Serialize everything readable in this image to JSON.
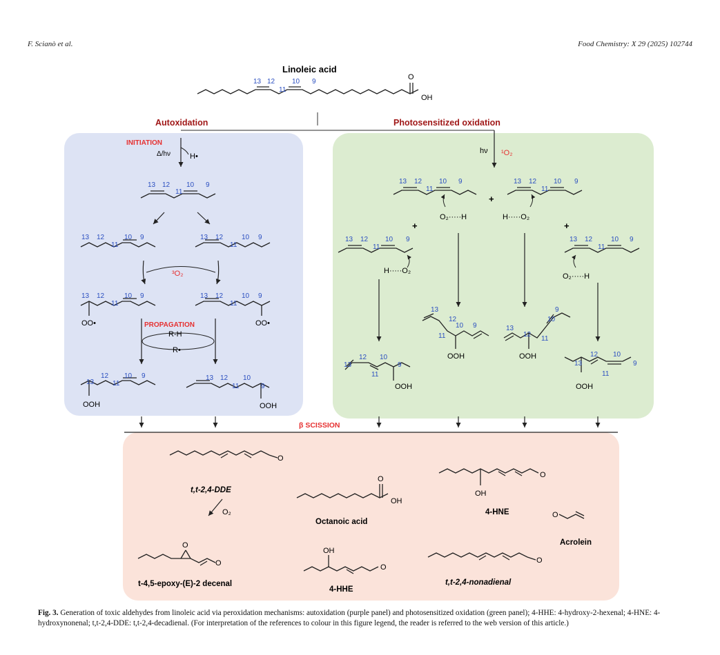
{
  "header": {
    "authors": "F. Scianò et al.",
    "journal": "Food Chemistry: X 29 (2025) 102744"
  },
  "figure": {
    "top_title": "Linoleic acid",
    "oh": "OH",
    "o": "O",
    "autox_title": "Autoxidation",
    "photo_title": "Photosensitized oxidation",
    "initiation": "INITIATION",
    "delta_hv": "Δ/hν",
    "h_dot": "H•",
    "hv": "hν",
    "singlet_o2": "¹O₂",
    "triplet_o2": "³O₂",
    "propagation": "PROPAGATION",
    "rh": "R-H",
    "r_dot": "R•",
    "oo_dot": "OO•",
    "ooh": "OOH",
    "o2h": "O₂·····H",
    "ho2": "H·····O₂",
    "plus": "+",
    "beta_scission": "β SCISSION",
    "n9": "9",
    "n10": "10",
    "n11": "11",
    "n12": "12",
    "n13": "13",
    "products": {
      "ddd": "t,t-2,4-DDE",
      "o2": "O₂",
      "epoxy": "t-4,5-epoxy-(E)-2 decenal",
      "octanoic": "Octanoic acid",
      "hhe": "4-HHE",
      "hne": "4-HNE",
      "acrolein": "Acrolein",
      "nonadienal": "t,t-2,4-nonadienal"
    },
    "colors": {
      "autox_panel": "#dde3f4",
      "photo_panel": "#dcecd0",
      "product_panel": "#fbe3da",
      "title_red": "#a01818",
      "locant_blue": "#2b4fc0",
      "accent_red": "#e63030"
    }
  },
  "caption": {
    "label": "Fig. 3.",
    "text": "Generation of toxic aldehydes from linoleic acid via peroxidation mechanisms: autoxidation (purple panel) and photosensitized oxidation (green panel); 4-HHE: 4-hydroxy-2-hexenal; 4-HNE: 4-hydroxynonenal; t,t-2,4-DDE: t,t-2,4-decadienal. (For interpretation of the references to colour in this figure legend, the reader is referred to the web version of this article.)"
  }
}
